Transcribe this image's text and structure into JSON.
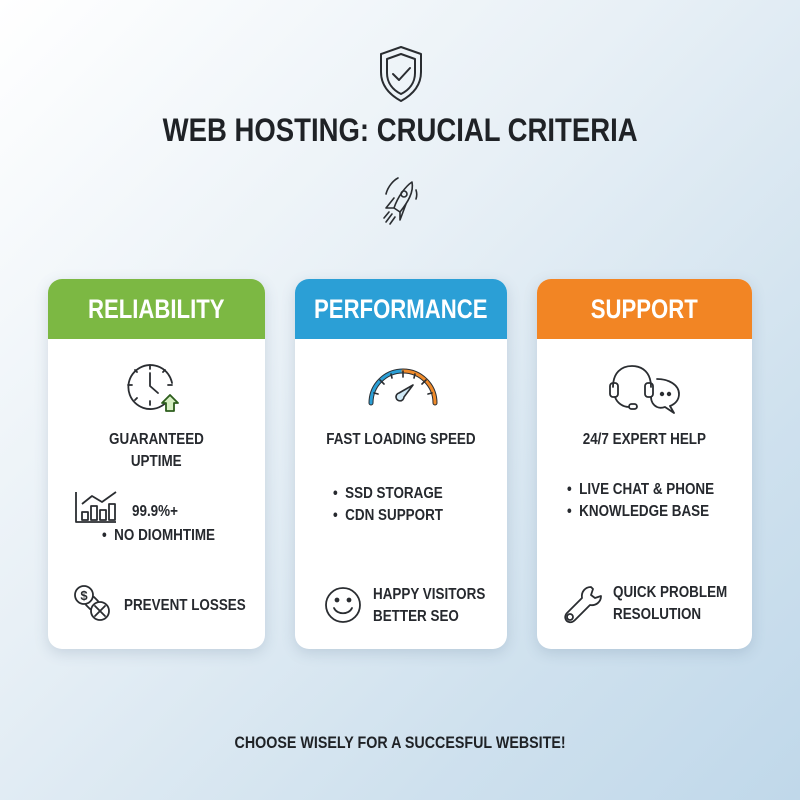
{
  "header": {
    "top_icon": "shield-check-icon",
    "title": "WEB HOSTING: CRUCIAL CRITERIA",
    "sub_icon": "rocket-icon"
  },
  "cards": [
    {
      "title": "RELIABILITY",
      "header_color": "#7cb843",
      "main_icon": "clock-uptime-icon",
      "main_text_line1": "GUARANTEED",
      "main_text_line2": "UPTIME",
      "stat_icon": "bar-chart-icon",
      "stat_value": "99.9%+",
      "bullets": [
        "NO DIOMHTIME"
      ],
      "benefit_icon": "money-loss-icon",
      "benefit_line1": "PREVENT LOSSES"
    },
    {
      "title": "PERFORMANCE",
      "header_color": "#2b9fd6",
      "main_icon": "speedometer-icon",
      "main_text_line1": "FAST LOADING SPEED",
      "bullets": [
        "SSD STORAGE",
        "CDN SUPPORT"
      ],
      "benefit_icon": "smiley-icon",
      "benefit_line1": "HAPPY VISITORS",
      "benefit_line2": "BETTER SEO"
    },
    {
      "title": "SUPPORT",
      "header_color": "#f28524",
      "main_icon": "headset-chat-icon",
      "main_text_line1": "24/7 EXPERT HELP",
      "bullets": [
        "LIVE CHAT & PHONE",
        "KNOWLEDGE BASE"
      ],
      "benefit_icon": "wrench-icon",
      "benefit_line1": "QUICK PROBLEM",
      "benefit_line2": "RESOLUTION"
    }
  ],
  "bullet_char": "•",
  "footer": {
    "text": "CHOOSE WISELY FOR A SUCCESFUL WEBSITE!"
  }
}
